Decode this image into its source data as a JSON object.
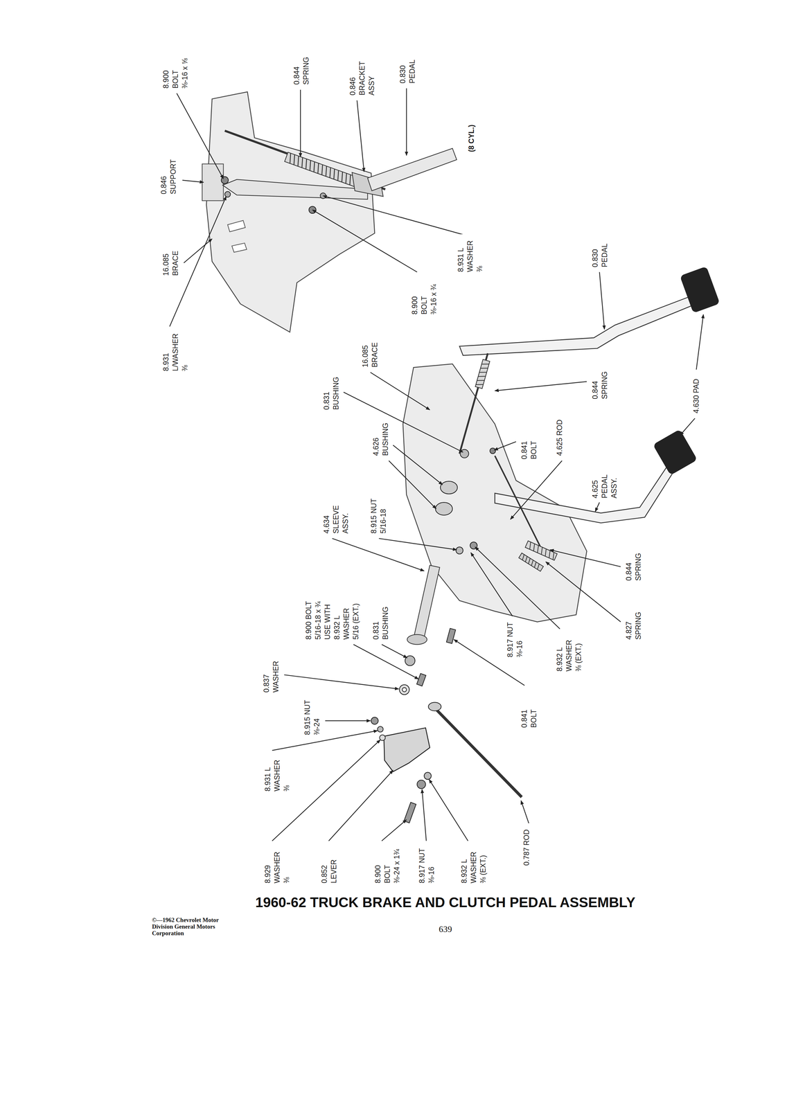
{
  "diagram": {
    "title": "1960-62 TRUCK BRAKE AND CLUTCH PEDAL ASSEMBLY",
    "labels": [
      "8.900 BOLT ⅜-16 x ⅝",
      "0.844 SPRING",
      "0.846 BRACKET ASSY",
      "0.830 PEDAL",
      "(8 CYL.)",
      "0.846 SUPPORT",
      "16.085 BRACE",
      "8.931 L/WASHER ⅜",
      "8.900 BOLT ⅜-16 x ¾",
      "8.931 L WASHER ⅜",
      "0.830 PEDAL",
      "16.085 BRACE",
      "0.831 BUSHING",
      "0.844 SPRING",
      "4.630 PAD",
      "4.626 BUSHING",
      "0.841 BOLT",
      "4.625 ROD",
      "4.625 PEDAL ASSY.",
      "4.634 SLEEVE ASSY.",
      "8.915 NUT 5/16-18",
      "0.844 SPRING",
      "4.827 SPRING",
      "8.932 L WASHER ⅜ (EXT.)",
      "8.917 NUT ⅜-16",
      "0.841 BOLT",
      "8.900 BOLT 5/16-18 x ¾ USE WITH 8.932 L WASHER 5/16 (EXT.)",
      "0.831 BUSHING",
      "0.837 WASHER",
      "8.915 NUT ⅜-24",
      "8.931 L WASHER ⅜",
      "8.929 WASHER ⅜",
      "0.852 LEVER",
      "8.900 BOLT ⅜-24 x 1¾",
      "8.917 NUT ⅜-16",
      "8.932 L WASHER ⅜ (EXT.)",
      "0.787 ROD",
      "©—1962 Chevrolet Motor Division General Motors Corporation",
      "639"
    ]
  }
}
